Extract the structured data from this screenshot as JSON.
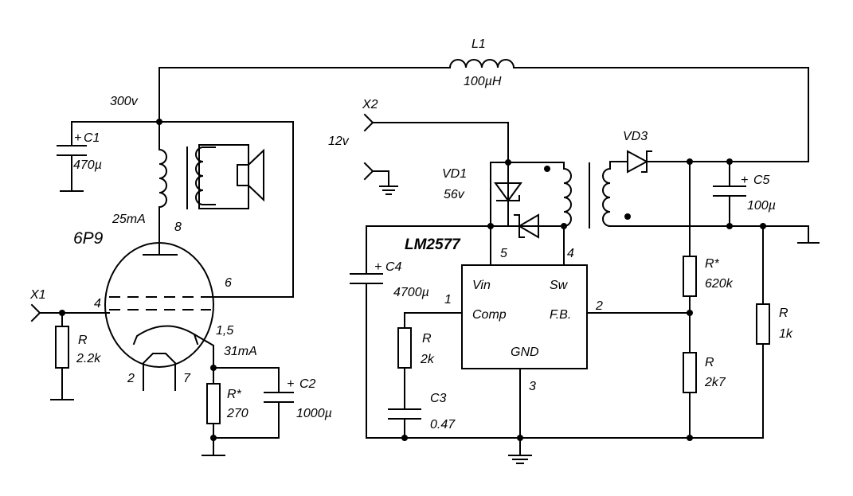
{
  "labels": {
    "l1_name": "L1",
    "l1_value": "100µH",
    "v300": "300v",
    "c1_name": "C1",
    "c1_value": "470µ",
    "i25": "25mA",
    "tube_name": "6P9",
    "pin8": "8",
    "pin6": "6",
    "pin4": "4",
    "pin15": "1,5",
    "pin2": "2",
    "pin7": "7",
    "x1": "X1",
    "r_grid_name": "R",
    "r_grid_value": "2.2k",
    "i31": "31mA",
    "rk_name": "R*",
    "rk_value": "270",
    "c2_name": "C2",
    "c2_value": "1000µ",
    "x2": "X2",
    "v12": "12v",
    "vd1_name": "VD1",
    "vd1_value": "56v",
    "ic_name": "LM2577",
    "ic_pin5": "5",
    "ic_pin4": "4",
    "ic_vin": "Vin",
    "ic_sw": "Sw",
    "ic_pin1": "1",
    "ic_comp": "Comp",
    "ic_fb": "F.B.",
    "ic_pin2": "2",
    "ic_gnd": "GND",
    "ic_pin3": "3",
    "c4_name": "C4",
    "c4_value": "4700µ",
    "rc_name": "R",
    "rc_value": "2k",
    "c3_name": "C3",
    "c3_value": "0.47",
    "vd3_name": "VD3",
    "c5_name": "C5",
    "c5_value": "100µ",
    "r620_name": "R*",
    "r620_value": "620k",
    "r1k_name": "R",
    "r1k_value": "1k",
    "r2k7_name": "R",
    "r2k7_value": "2k7",
    "plus": "+"
  }
}
